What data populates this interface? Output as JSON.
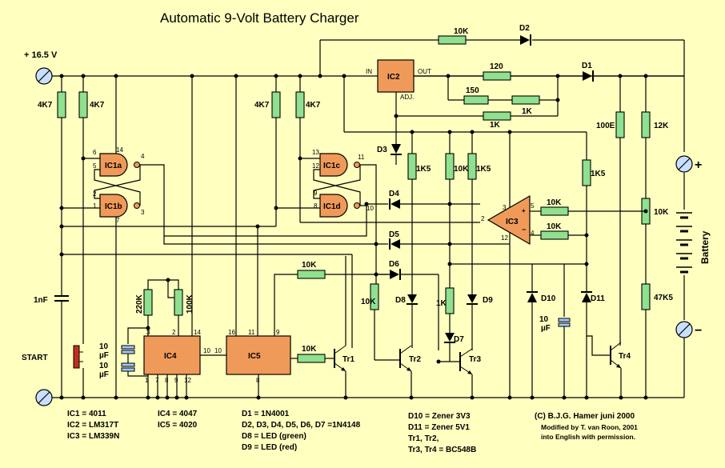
{
  "title": "Automatic 9-Volt Battery Charger",
  "supply_label": "+ 16.5 V",
  "start_label": "START",
  "battery_label": "Battery",
  "plus_sign": "+",
  "minus_sign": "−",
  "ics": {
    "ic1a": "IC1a",
    "ic1b": "IC1b",
    "ic1c": "IC1c",
    "ic1d": "IC1d",
    "ic2": "IC2",
    "ic3": "IC3",
    "ic4": "IC4",
    "ic5": "IC5",
    "ic2_in": "IN",
    "ic2_out": "OUT",
    "ic2_adj": "ADJ."
  },
  "resistors": {
    "r_4k7_a": "4K7",
    "r_4k7_b": "4K7",
    "r_4k7_c": "4K7",
    "r_4k7_d": "4K7",
    "r_10k_top": "10K",
    "r_120": "120",
    "r_150": "150",
    "r_1k_pot": "1K",
    "r_1k": "1K",
    "r_100e": "100E",
    "r_12k": "12K",
    "r_10k_div": "10K",
    "r_47k5": "47K5",
    "r_1k5_a": "1K5",
    "r_10k_mid": "10K",
    "r_1k5_b": "1K5",
    "r_1k5_c": "1K5",
    "r_10k_cmp1": "10K",
    "r_10k_cmp2": "10K",
    "r_220k": "220K",
    "r_100k": "100K",
    "r_10k_ic5": "10K",
    "r_10k_d6": "10K",
    "r_10k_tr2": "10K",
    "r_1k_d7": "1K"
  },
  "capacitors": {
    "c_1nf": "1nF",
    "c_10uf_a": "10",
    "c_10uf_a_unit": "µF",
    "c_10uf_b": "10",
    "c_10uf_b_unit": "µF",
    "c_10uf_c": "10",
    "c_10uf_c_unit": "µF"
  },
  "diodes": {
    "d1": "D1",
    "d2": "D2",
    "d3": "D3",
    "d4": "D4",
    "d5": "D5",
    "d6": "D6",
    "d7": "D7",
    "d8": "D8",
    "d9": "D9",
    "d10": "D10",
    "d11": "D11"
  },
  "transistors": {
    "tr1": "Tr1",
    "tr2": "Tr2",
    "tr3": "Tr3",
    "tr4": "Tr4"
  },
  "pins": {
    "p6": "6",
    "p14a": "14",
    "p5": "5",
    "p4": "4",
    "p1": "1",
    "p2": "2",
    "p3": "3",
    "p7": "7",
    "p13": "13",
    "p12": "12",
    "p11": "11",
    "p9": "9",
    "p8": "8",
    "p10": "10",
    "ic3_p3": "3",
    "ic3_p5": "5",
    "ic3_p2": "2",
    "ic3_p4": "4",
    "ic3_p12": "12",
    "ic4_p3": "3",
    "ic4_p2": "2",
    "ic4_p14": "14",
    "ic4_p10": "10",
    "ic4_p1": "1",
    "ic4_p7": "7",
    "ic4_p8": "8",
    "ic4_p9": "9",
    "ic4_p12": "12",
    "ic5_p16": "16",
    "ic5_p11": "11",
    "ic5_p9": "9",
    "ic5_p10": "10",
    "ic5_p8": "8"
  },
  "legend": {
    "col1": [
      "IC1 = 4011",
      "IC2 = LM317T",
      "IC3 = LM339N"
    ],
    "col2": [
      "IC4 = 4047",
      "IC5 = 4020"
    ],
    "col3": [
      "D1 = 1N4001",
      "D2, D3, D4, D5, D6, D7 =1N4148",
      "D8 = LED (green)",
      "D9 = LED (red)"
    ],
    "col4": [
      "D10 = Zener 3V3",
      "D11 = Zener 5V1",
      "Tr1, Tr2,",
      "Tr3, Tr4 = BC548B"
    ],
    "credit": [
      "(C)  B.J.G. Hamer juni 2000",
      "Modified by T. van Roon, 2001",
      "into English with permission."
    ]
  }
}
